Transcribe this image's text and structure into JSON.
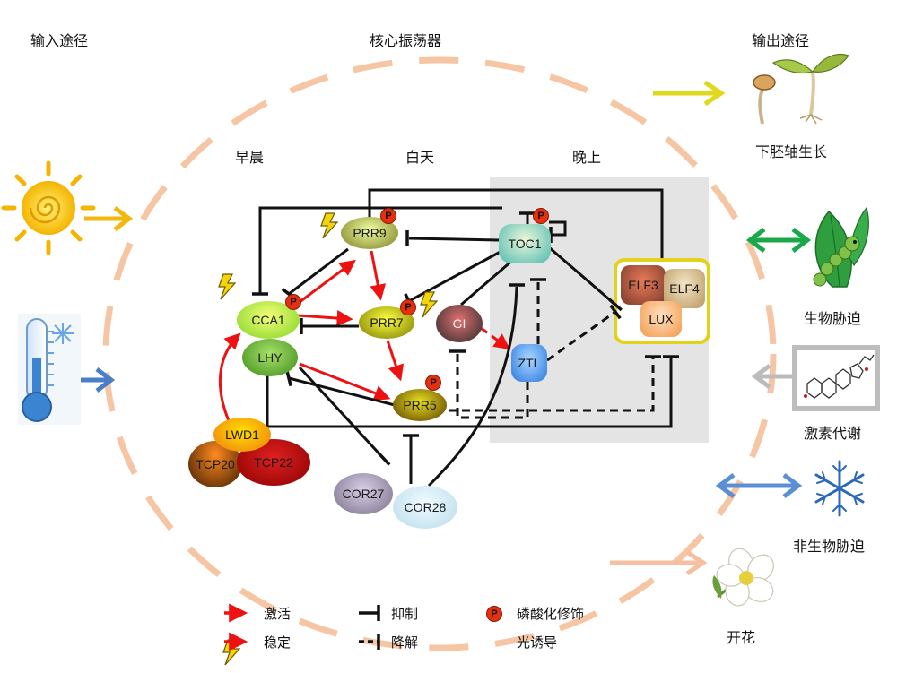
{
  "headers": {
    "input": "输入途径",
    "core": "核心振荡器",
    "output": "输出途径"
  },
  "periods": {
    "morning": "早晨",
    "day": "白天",
    "night": "晚上"
  },
  "nodes": {
    "cca1": "CCA1",
    "lhy": "LHY",
    "prr9": "PRR9",
    "prr7": "PRR7",
    "prr5": "PRR5",
    "toc1": "TOC1",
    "gi": "GI",
    "ztl": "ZTL",
    "elf3": "ELF3",
    "elf4": "ELF4",
    "lux": "LUX",
    "lwd1": "LWD1",
    "tcp20": "TCP20",
    "tcp22": "TCP22",
    "cor27": "COR27",
    "cor28": "COR28"
  },
  "phospho_symbol": "P",
  "outputs": {
    "hypocotyl": "下胚轴生长",
    "biotic": "生物胁迫",
    "hormone": "激素代谢",
    "abiotic": "非生物胁迫",
    "flowering": "开花"
  },
  "legend": {
    "activate": "激活",
    "stabilize": "稳定",
    "inhibit": "抑制",
    "degrade": "降解",
    "phosphorylation": "磷酸化修饰",
    "light_induction": "光诱导"
  },
  "colors": {
    "activation": "#ee1111",
    "inhibition": "#111111",
    "oscillator_ring": "#f6c6a4",
    "night_panel": "#e4e4e4",
    "evening_complex_border": "#e3d21b",
    "hypocotyl_arrow": "#e0d81a",
    "biotic_arrow": "#1aa84a",
    "hormone_arrow": "#bbbbbb",
    "abiotic_arrow": "#5a8fd6",
    "flowering_arrow": "#f6c0a0",
    "light_input_arrow": "#f2b810",
    "temperature_input_arrow": "#4a7fc8"
  },
  "icons": {
    "sun": "sun-icon",
    "thermometer": "thermometer-icon",
    "seedling": "seedling-icon",
    "caterpillar_leaf": "caterpillar-leaf-icon",
    "hormone_structure": "molecule-icon",
    "snowflake": "snowflake-icon",
    "flower": "flower-icon",
    "lightning": "lightning-icon"
  }
}
